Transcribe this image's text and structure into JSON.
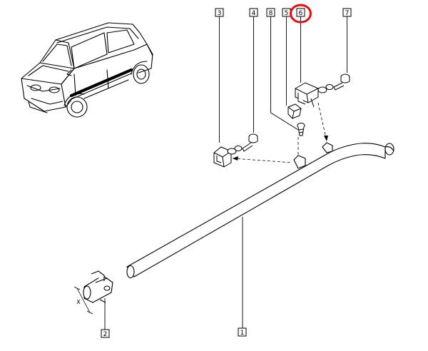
{
  "callouts": {
    "c1": "1",
    "c2": "2",
    "c3": "3",
    "c4": "4",
    "c5": "5",
    "c6": "6",
    "c7": "7",
    "c8": "8"
  },
  "dimension_label": "X",
  "highlight": {
    "callout": "6",
    "color": "#e01010"
  },
  "colors": {
    "line": "#000000",
    "background": "#ffffff"
  }
}
